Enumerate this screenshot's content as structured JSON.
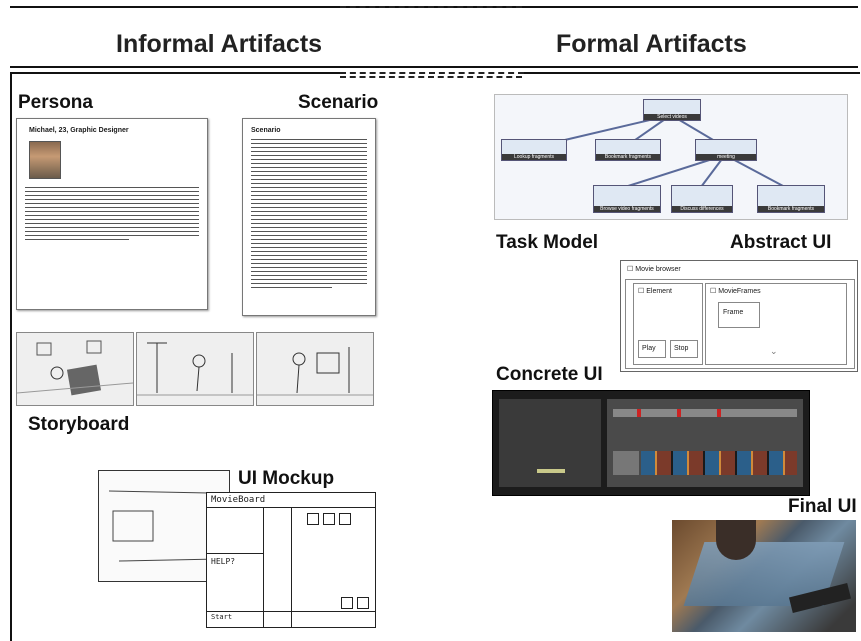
{
  "header": {
    "informal_title": "Informal Artifacts",
    "formal_title": "Formal Artifacts"
  },
  "informal": {
    "persona": {
      "label": "Persona",
      "card_title": "Michael, 23, Graphic Designer"
    },
    "scenario": {
      "label": "Scenario",
      "doc_title": "Scenario"
    },
    "storyboard": {
      "label": "Storyboard"
    },
    "ui_mockup": {
      "label": "UI Mockup",
      "sketch_title": "MovieBoard",
      "sketch_help": "HELP?",
      "sketch_start": "Start"
    }
  },
  "formal": {
    "task_model": {
      "label": "Task Model",
      "nodes": [
        "Select videos",
        "Lookup fragments",
        "Bookmark fragments",
        "meeting",
        "Browse video fragments",
        "Discuss differences",
        "Bookmark fragments"
      ]
    },
    "abstract_ui": {
      "label": "Abstract UI",
      "window_title": "Movie browser",
      "element_label": "Element",
      "frames_label": "MovieFrames",
      "frame_label": "Frame",
      "play_label": "Play",
      "stop_label": "Stop"
    },
    "concrete_ui": {
      "label": "Concrete UI"
    },
    "final_ui": {
      "label": "Final UI"
    }
  }
}
